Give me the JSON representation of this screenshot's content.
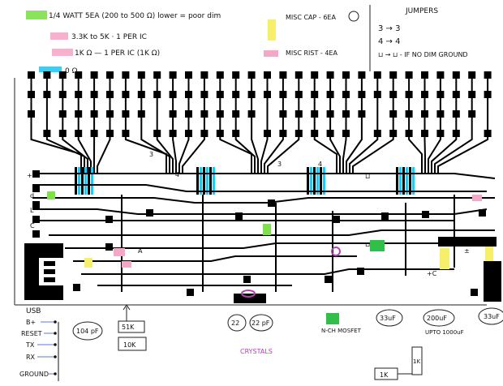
{
  "legend": {
    "items": [
      {
        "text": "1/4 WATT 5EA  (200 to 500 Ω)  lower = poor dim",
        "color": "#7ee04a"
      },
      {
        "text": "3.3K to 5K · 1 PER IC",
        "color": "#f4a8c8"
      },
      {
        "text": "1K Ω  — 1 PER IC  (1K Ω)",
        "color": "#f4a8c8"
      },
      {
        "text": "0 Ω",
        "color": "#29c6ee"
      }
    ],
    "misc_cap": "MISC CAP - 6EA",
    "misc_cap_color": "#f6ef6a",
    "misc_rist": "MISC RIST - 4EA",
    "misc_rist_color": "#f4a8c8",
    "jumpers_title": "JUMPERS",
    "jumper_rows": [
      "3 → 3",
      "4 → 4",
      "⊔ → ⊔  - IF NO DIM GROUND"
    ]
  },
  "board": {
    "usb_label": "USB",
    "pad_labels": [
      "3",
      "4",
      "3",
      "4",
      "⊔",
      "+",
      "d",
      "L",
      "C",
      "A",
      "⊔",
      "±",
      "+C"
    ]
  },
  "connector": {
    "pins": [
      "B+",
      "RESET",
      "TX",
      "RX",
      "GROUND"
    ],
    "arrow_color": "#5a7bd6"
  },
  "bottom_parts": {
    "cap_104": "104 pF",
    "r_51k": "51K",
    "r_10k": "10K",
    "cap_22": "22",
    "cap_22pf": "22 pF",
    "crystals": "CRYSTALS",
    "crystals_color": "#b53fb5",
    "mosfet": "N-CH MOSFET",
    "mosfet_color": "#2fbf4a",
    "cap_33uf": "33uF",
    "cap_200uf": "200uF",
    "upto": "UPTO 1000uF",
    "cap_33uf_right": "33uF",
    "r_1k_a": "1K",
    "r_1k_b": "1K"
  }
}
